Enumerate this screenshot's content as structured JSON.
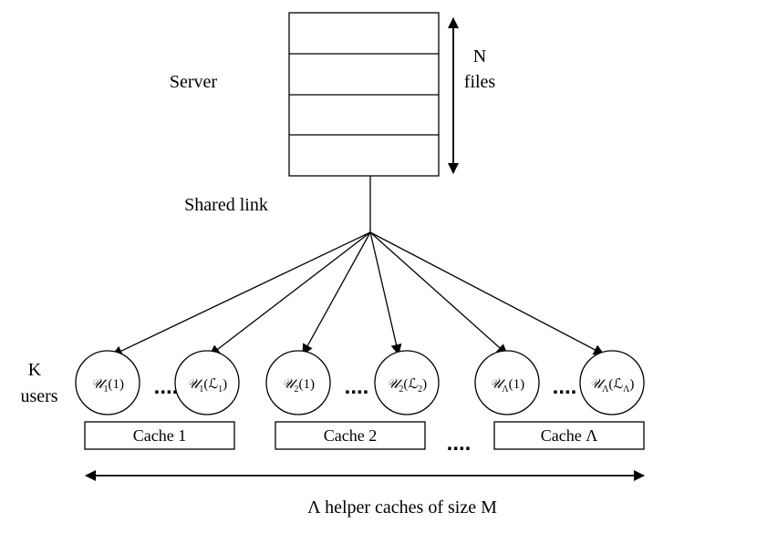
{
  "server": {
    "label": "Server",
    "file_count_label": [
      "N",
      "files"
    ]
  },
  "link": {
    "label": "Shared link"
  },
  "users_label": [
    "K",
    "users"
  ],
  "ellipsis": "....",
  "user_groups": [
    {
      "cache_label": "Cache 1",
      "users": [
        {
          "name": "𝒰",
          "sub": "1",
          "arg": "(1)",
          "argsub": ""
        },
        {
          "name": "𝒰",
          "sub": "1",
          "arg": "(ℒ",
          "argsub": "1"
        }
      ]
    },
    {
      "cache_label": "Cache 2",
      "users": [
        {
          "name": "𝒰",
          "sub": "2",
          "arg": "(1)",
          "argsub": ""
        },
        {
          "name": "𝒰",
          "sub": "2",
          "arg": "(ℒ",
          "argsub": "2"
        }
      ]
    },
    {
      "cache_label": "Cache Λ",
      "users": [
        {
          "name": "𝒰",
          "sub": "Λ",
          "arg": "(1)",
          "argsub": ""
        },
        {
          "name": "𝒰",
          "sub": "Λ",
          "arg": "(ℒ",
          "argsub": "Λ"
        }
      ]
    }
  ],
  "caches_caption": "Λ helper caches of size M"
}
